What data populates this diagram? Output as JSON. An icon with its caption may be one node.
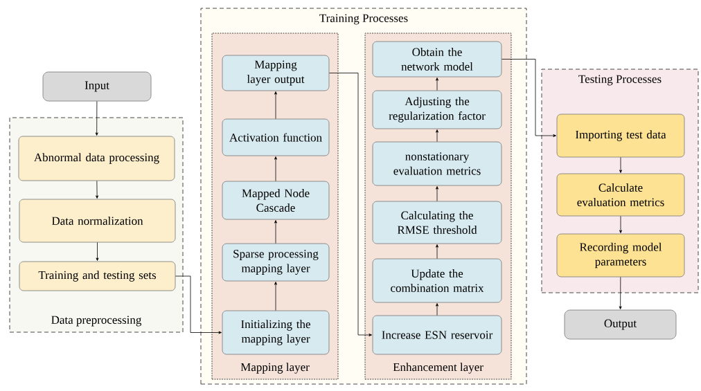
{
  "diagram": {
    "nodes": [
      {
        "text": [
          "Input"
        ]
      },
      {
        "text": [
          "Data preprocessing"
        ]
      },
      {
        "text": [
          "Abnormal data processing"
        ],
        "in": 1
      },
      {
        "text": [
          "Data normalization"
        ],
        "in": 1
      },
      {
        "text": [
          "Training and testing sets"
        ],
        "in": 1
      },
      {
        "text": [
          "Training Processes"
        ]
      },
      {
        "text": [
          "Mapping layer"
        ],
        "in": 5
      },
      {
        "text": [
          "Mapping layer output"
        ],
        "in": 6
      },
      {
        "text": [
          "Activation function"
        ],
        "in": 6
      },
      {
        "text": [
          "Mapped Node Cascade"
        ],
        "in": 6
      },
      {
        "text": [
          "Sparse processing mapping layer"
        ],
        "in": 6
      },
      {
        "text": [
          "Initializing the mapping layer"
        ],
        "in": 6
      },
      {
        "text": [
          "Enhancement layer"
        ],
        "in": 5
      },
      {
        "text": [
          "Obtain the network model"
        ],
        "in": 12
      },
      {
        "text": [
          "Adjusting the regularization factor"
        ],
        "in": 12
      },
      {
        "text": [
          "nonstationary evaluation metrics"
        ],
        "in": 12
      },
      {
        "text": [
          "Calculating the RMSE threshold"
        ],
        "in": 12
      },
      {
        "text": [
          "Update the combination matrix"
        ],
        "in": 12
      },
      {
        "text": [
          "Increase ESN reservoir"
        ],
        "in": 12
      },
      {
        "text": [
          "Testing Processes"
        ]
      },
      {
        "text": [
          "Importing test data"
        ],
        "in": 19
      },
      {
        "text": [
          "Calculate evaluation metrics"
        ],
        "in": 19
      },
      {
        "text": [
          "Recording model parameters"
        ],
        "in": 19
      },
      {
        "text": [
          "Output"
        ]
      }
    ],
    "edges": [
      {
        "from": 0,
        "to": 2,
        "arrow": "to"
      },
      {
        "from": 2,
        "to": 3,
        "arrow": "to"
      },
      {
        "from": 3,
        "to": 4,
        "arrow": "to"
      },
      {
        "from": 4,
        "to": 11,
        "arrow": "to"
      },
      {
        "from": 11,
        "to": 10,
        "arrow": "to"
      },
      {
        "from": 10,
        "to": 9,
        "arrow": "to"
      },
      {
        "from": 9,
        "to": 8,
        "arrow": "to"
      },
      {
        "from": 8,
        "to": 7,
        "arrow": "to"
      },
      {
        "from": 7,
        "to": 18,
        "arrow": "to"
      },
      {
        "from": 18,
        "to": 17,
        "arrow": "to"
      },
      {
        "from": 17,
        "to": 16,
        "arrow": "to"
      },
      {
        "from": 16,
        "to": 15,
        "arrow": "to"
      },
      {
        "from": 15,
        "to": 14,
        "arrow": "to"
      },
      {
        "from": 14,
        "to": 13,
        "arrow": "to"
      },
      {
        "from": 13,
        "to": 20,
        "arrow": "to"
      },
      {
        "from": 20,
        "to": 21,
        "arrow": "to"
      },
      {
        "from": 21,
        "to": 22,
        "arrow": "to"
      },
      {
        "from": 22,
        "to": 23,
        "arrow": "to"
      }
    ]
  }
}
